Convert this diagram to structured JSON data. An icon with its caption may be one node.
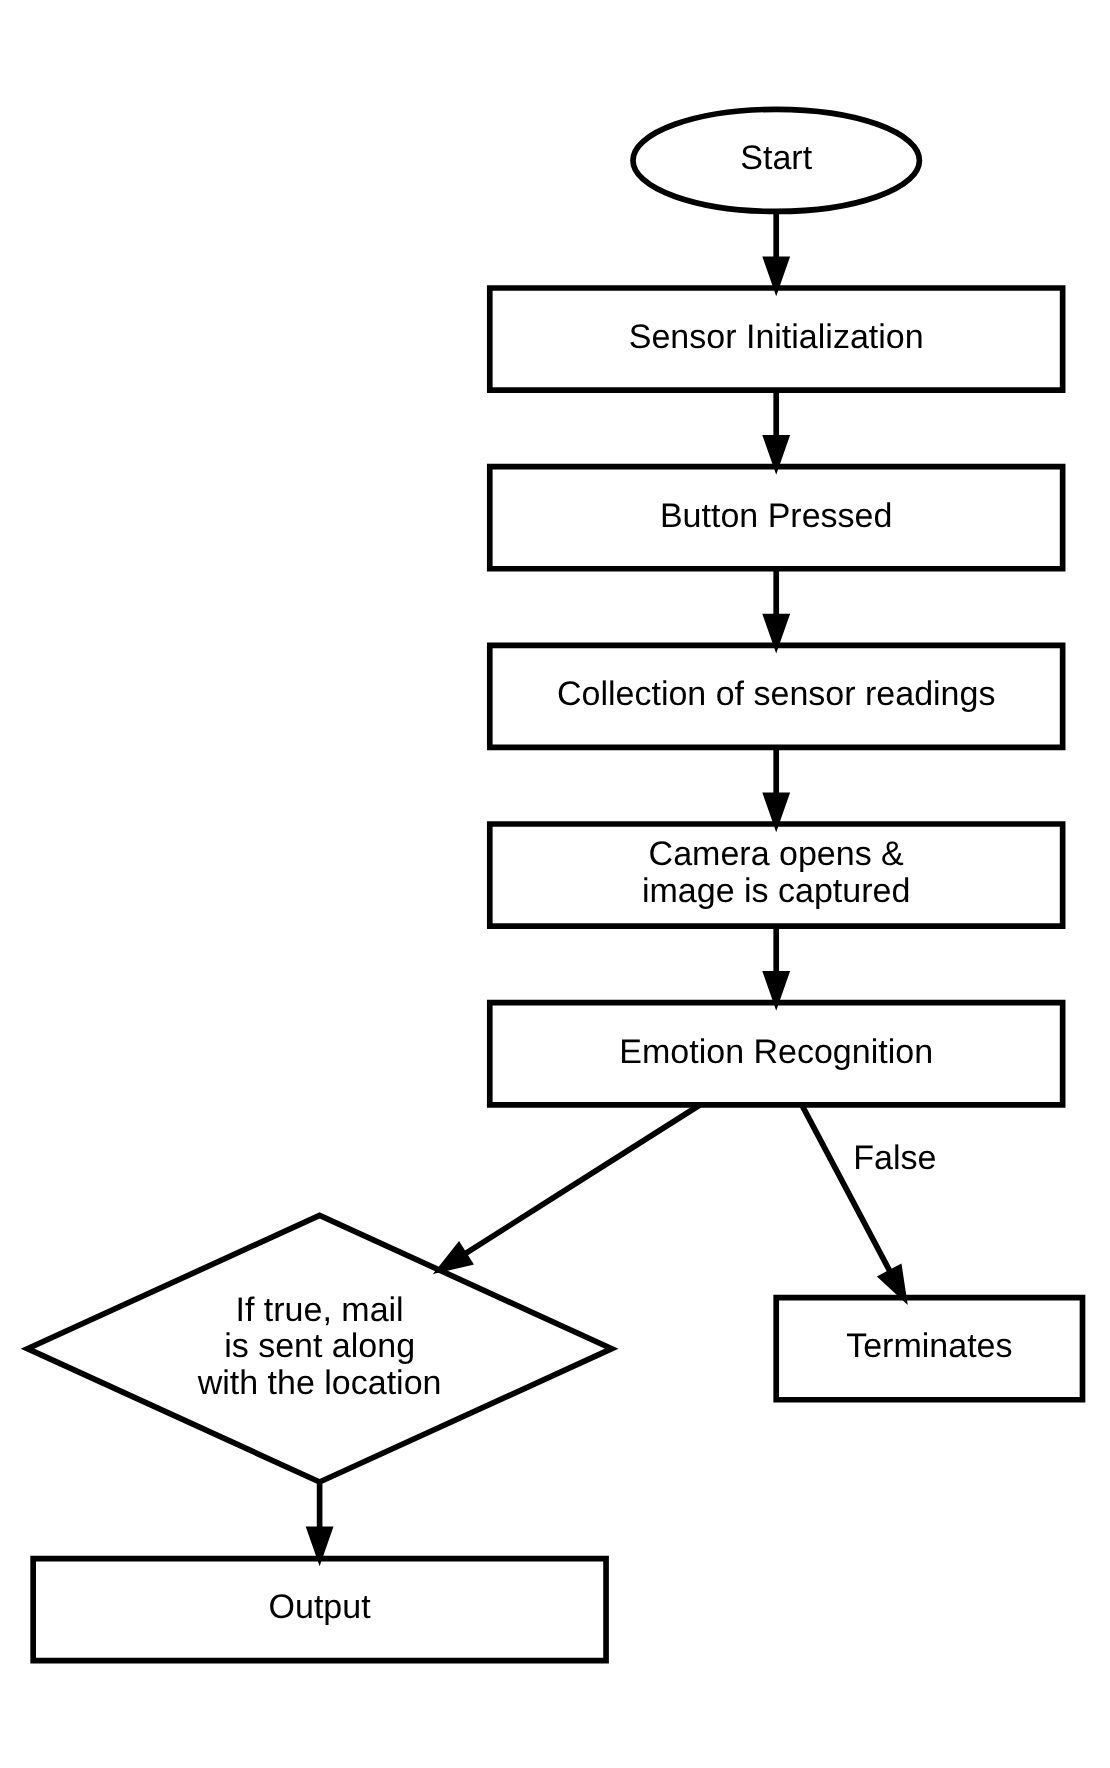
{
  "diagram": {
    "nodes": [
      {
        "text": [
          "Start"
        ]
      },
      {
        "text": [
          "Sensor Initialization"
        ]
      },
      {
        "text": [
          "Button Pressed"
        ]
      },
      {
        "text": [
          "Collection of sensor readings"
        ]
      },
      {
        "text": [
          "Camera opens & image is captured"
        ]
      },
      {
        "text": [
          "Emotion Recognition"
        ]
      },
      {
        "text": [
          "If true, mail is sent along with the location"
        ]
      },
      {
        "text": [
          "Terminates"
        ]
      },
      {
        "text": [
          "Output"
        ]
      }
    ],
    "edges": [
      {
        "from": 0,
        "to": 1,
        "arrow": "to"
      },
      {
        "from": 1,
        "to": 2,
        "arrow": "to"
      },
      {
        "from": 2,
        "to": 3,
        "arrow": "to"
      },
      {
        "from": 3,
        "to": 4,
        "arrow": "to"
      },
      {
        "from": 4,
        "to": 5,
        "arrow": "to"
      },
      {
        "from": 5,
        "to": 6,
        "arrow": "to"
      },
      {
        "from": 5,
        "to": 7,
        "arrow": "to",
        "label": "False"
      },
      {
        "from": 6,
        "to": 8,
        "arrow": "to"
      }
    ]
  }
}
